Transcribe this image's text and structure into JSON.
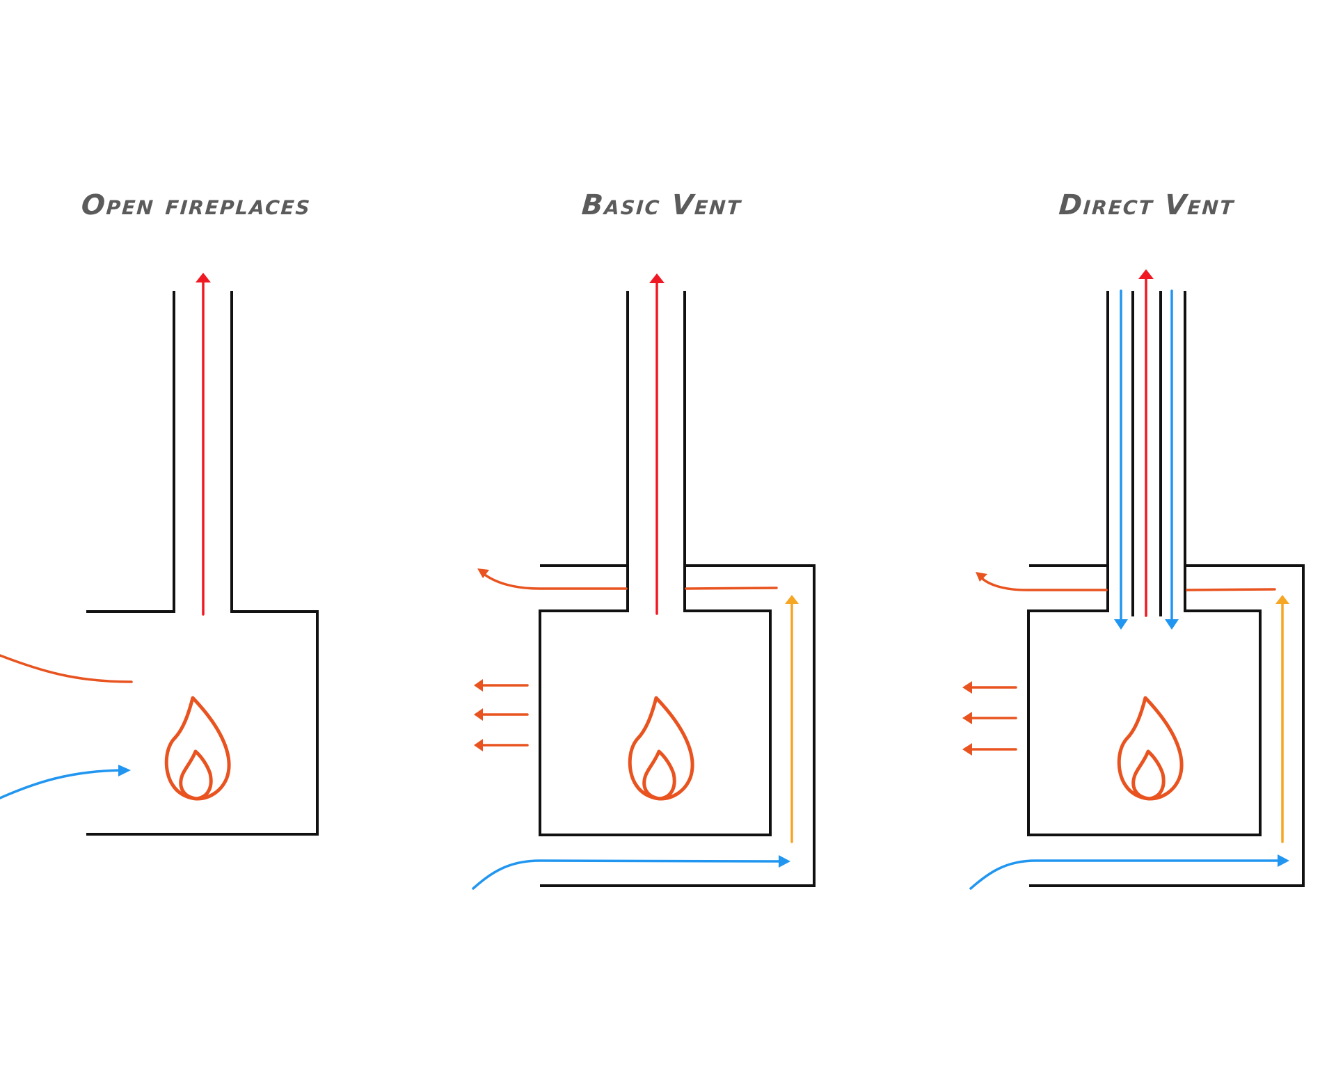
{
  "colors": {
    "title": "#5b5b5b",
    "wall": "#111111",
    "flue_gas": "#f01822",
    "warm_air": "#e8531f",
    "heated_air": "#f5a623",
    "cool_air": "#2196f0",
    "flame": "#e8531f"
  },
  "panels": [
    {
      "id": "open-fireplace",
      "title": "Open fireplaces",
      "flows": [
        "flue-gas-up",
        "warm-air-out",
        "room-air-in"
      ]
    },
    {
      "id": "basic-vent",
      "title": "Basic Vent",
      "flows": [
        "flue-gas-up",
        "warm-air-exhaust",
        "radiant-heat-out",
        "heated-air-up",
        "room-air-in"
      ]
    },
    {
      "id": "direct-vent",
      "title": "Direct Vent",
      "flows": [
        "flue-gas-up",
        "outside-air-down",
        "warm-air-exhaust",
        "radiant-heat-out",
        "heated-air-up",
        "room-air-in"
      ]
    }
  ]
}
